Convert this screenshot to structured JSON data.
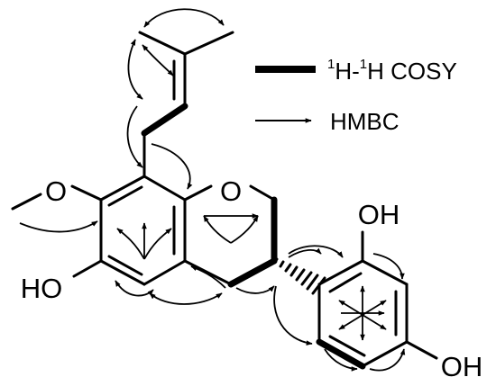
{
  "atoms": {
    "methoxy_oxygen": "O",
    "ring_oxygen": "O",
    "hydroxyl_left": "HO",
    "hydroxyl_top": "OH",
    "hydroxyl_bottom": "OH"
  },
  "legend": {
    "cosy_sup": "1",
    "cosy_h1": "H-",
    "cosy_h2": "H COSY",
    "hmbc": "HMBC"
  }
}
